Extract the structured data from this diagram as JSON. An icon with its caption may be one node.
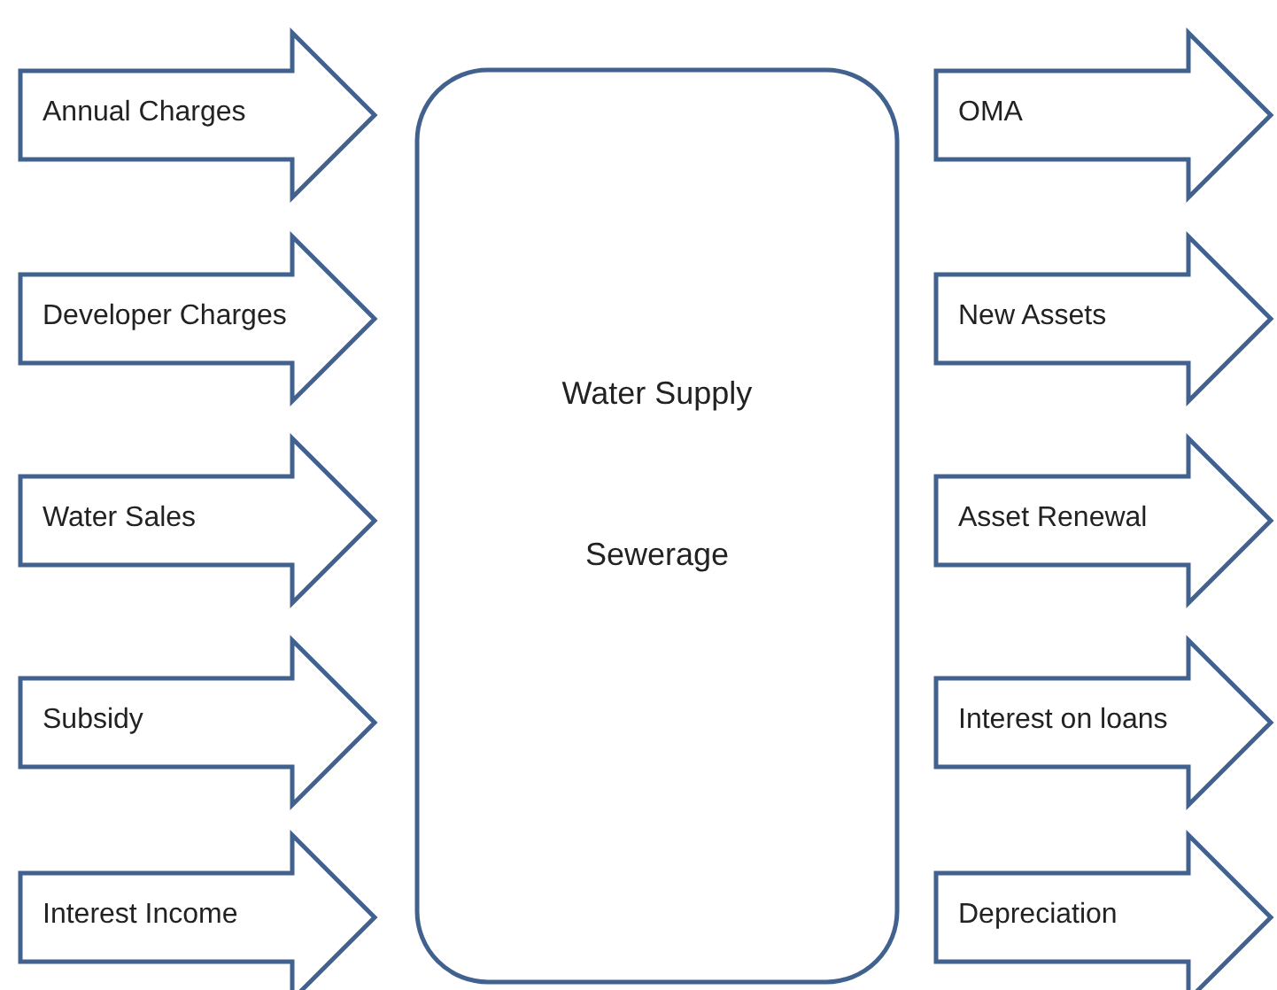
{
  "diagram": {
    "nodes": [
      {
        "text": [
          "Annual Charges"
        ]
      },
      {
        "text": [
          "Developer Charges"
        ]
      },
      {
        "text": [
          "Water Sales"
        ]
      },
      {
        "text": [
          "Subsidy"
        ]
      },
      {
        "text": [
          "Interest Income"
        ]
      },
      {
        "text": [
          "Water Supply",
          "Sewerage"
        ]
      },
      {
        "text": [
          "OMA"
        ]
      },
      {
        "text": [
          "New Assets"
        ]
      },
      {
        "text": [
          "Asset Renewal"
        ]
      },
      {
        "text": [
          "Interest on loans"
        ]
      },
      {
        "text": [
          "Depreciation"
        ]
      }
    ]
  }
}
